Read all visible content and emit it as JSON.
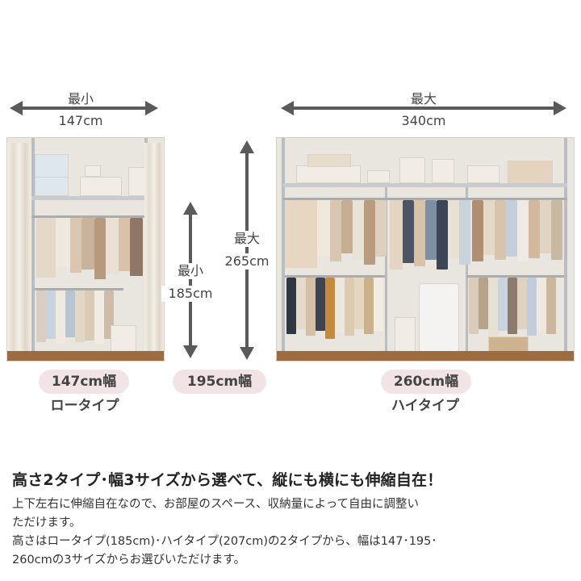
{
  "dimensions": {
    "min_width": {
      "label": "最小",
      "value": "147cm"
    },
    "max_width": {
      "label": "最大",
      "value": "340cm"
    },
    "min_height": {
      "label": "最小",
      "value": "185cm"
    },
    "max_height": {
      "label": "最大",
      "value": "265cm"
    }
  },
  "badges": [
    {
      "width": "147cm幅",
      "type": "ロータイプ"
    },
    {
      "width": "195cm幅",
      "type": ""
    },
    {
      "width": "260cm幅",
      "type": "ハイタイプ"
    }
  ],
  "headline": "高さ2タイプ･幅3サイズから選べて、縦にも横にも伸縮自在！",
  "description": [
    "上下左右に伸縮自在なので、お部屋のスペース、収納量によって自由に調整い",
    "ただけます。",
    "高さはロータイプ(185cm)･ハイタイプ(207cm)の2タイプから、幅は147･195･",
    "260cmの3サイズからお選びいただけます。"
  ],
  "colors": {
    "badge_bg": "#f2e3e7",
    "arrow": "#5a5a5a",
    "floor": "#9c6b3f"
  }
}
